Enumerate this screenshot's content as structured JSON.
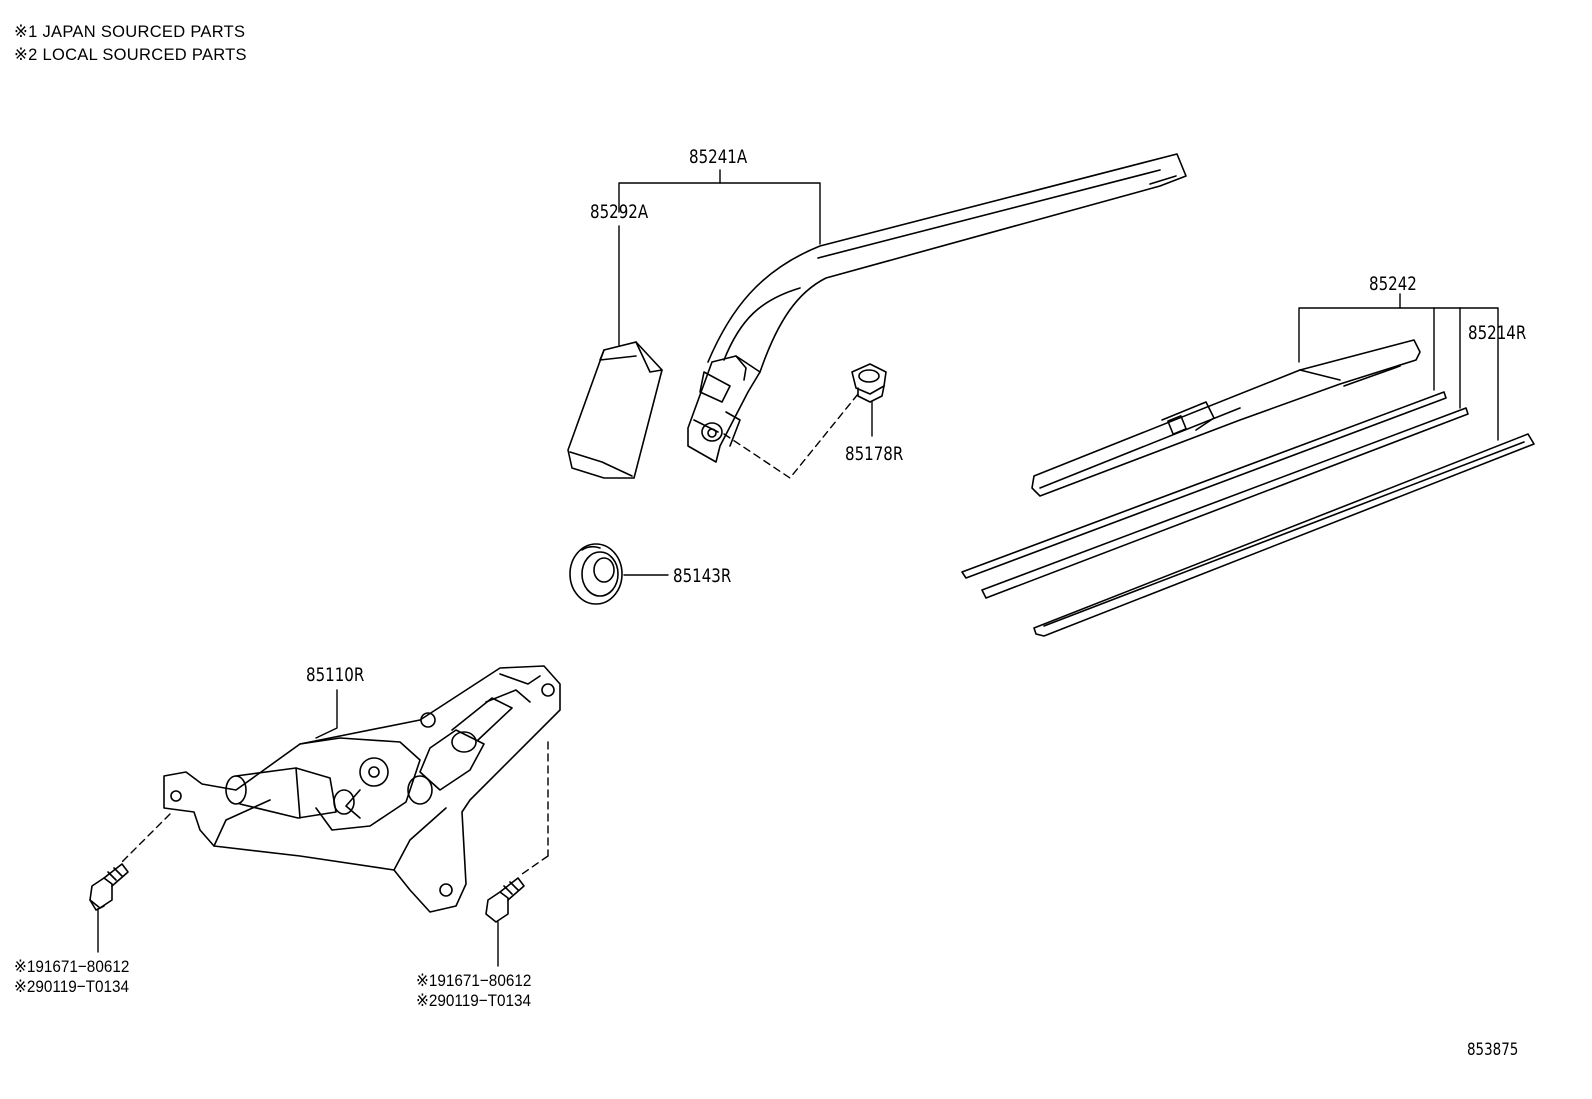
{
  "notes": {
    "line1": "※1 JAPAN SOURCED PARTS",
    "line2": "※2 LOCAL SOURCED PARTS"
  },
  "labels": {
    "arm": "85241A",
    "cap": "85292A",
    "nut": "85178R",
    "blade": "85242",
    "rubber": "85214R",
    "grommet": "85143R",
    "motor": "85110R"
  },
  "bolts": {
    "left": {
      "line1": "※191671−80612",
      "line2": "※290119−T0134"
    },
    "right": {
      "line1": "※191671−80612",
      "line2": "※290119−T0134"
    }
  },
  "illustration_id": "853875"
}
